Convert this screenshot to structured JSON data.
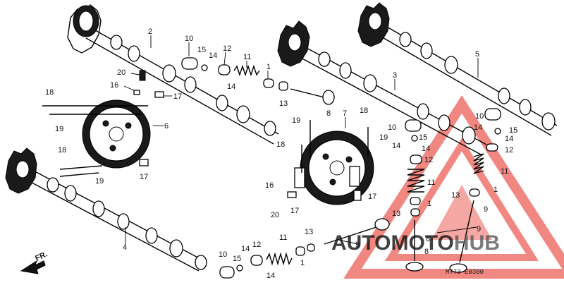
{
  "diagram": {
    "code": "MT73-E0300",
    "direction_label": "FR.",
    "callouts": [
      {
        "id": "c2",
        "text": "2"
      },
      {
        "id": "c10a",
        "text": "10"
      },
      {
        "id": "c15a",
        "text": "15"
      },
      {
        "id": "c14a",
        "text": "14"
      },
      {
        "id": "c12a",
        "text": "12"
      },
      {
        "id": "c11a",
        "text": "11"
      },
      {
        "id": "c1a",
        "text": "1"
      },
      {
        "id": "c20a",
        "text": "20"
      },
      {
        "id": "c16a",
        "text": "16"
      },
      {
        "id": "c17a",
        "text": "17"
      },
      {
        "id": "c14b",
        "text": "14"
      },
      {
        "id": "c13a",
        "text": "13"
      },
      {
        "id": "c8a",
        "text": "8"
      },
      {
        "id": "c18a",
        "text": "18"
      },
      {
        "id": "c19a",
        "text": "19"
      },
      {
        "id": "c6",
        "text": "6"
      },
      {
        "id": "c18b",
        "text": "18"
      },
      {
        "id": "c19b",
        "text": "19"
      },
      {
        "id": "c17b",
        "text": "17"
      },
      {
        "id": "c4",
        "text": "4"
      },
      {
        "id": "c3",
        "text": "3"
      },
      {
        "id": "c5",
        "text": "5"
      },
      {
        "id": "c7",
        "text": "7"
      },
      {
        "id": "c19c",
        "text": "19"
      },
      {
        "id": "c18c",
        "text": "18"
      },
      {
        "id": "c19d",
        "text": "19"
      },
      {
        "id": "c18d",
        "text": "18"
      },
      {
        "id": "c16b",
        "text": "16"
      },
      {
        "id": "c20b",
        "text": "20"
      },
      {
        "id": "c17c",
        "text": "17"
      },
      {
        "id": "c17d",
        "text": "17"
      },
      {
        "id": "c10b",
        "text": "10"
      },
      {
        "id": "c15b",
        "text": "15"
      },
      {
        "id": "c14c",
        "text": "14"
      },
      {
        "id": "c14d",
        "text": "14"
      },
      {
        "id": "c12b",
        "text": "12"
      },
      {
        "id": "c11b",
        "text": "11"
      },
      {
        "id": "c1b",
        "text": "1"
      },
      {
        "id": "c13b",
        "text": "13"
      },
      {
        "id": "c8b",
        "text": "8"
      },
      {
        "id": "c9a",
        "text": "9"
      },
      {
        "id": "c10c",
        "text": "10"
      },
      {
        "id": "c15c",
        "text": "15"
      },
      {
        "id": "c14e",
        "text": "14"
      },
      {
        "id": "c14f",
        "text": "14"
      },
      {
        "id": "c12c",
        "text": "12"
      },
      {
        "id": "c11c",
        "text": "11"
      },
      {
        "id": "c1c",
        "text": "1"
      },
      {
        "id": "c13c",
        "text": "13"
      },
      {
        "id": "c9b",
        "text": "9"
      },
      {
        "id": "c10d",
        "text": "10"
      },
      {
        "id": "c15d",
        "text": "15"
      },
      {
        "id": "c14g",
        "text": "14"
      },
      {
        "id": "c14h",
        "text": "14"
      },
      {
        "id": "c12d",
        "text": "12"
      },
      {
        "id": "c11d",
        "text": "11"
      },
      {
        "id": "c13d",
        "text": "13"
      },
      {
        "id": "c1d",
        "text": "1"
      },
      {
        "id": "c8c",
        "text": "8"
      },
      {
        "id": "c9c",
        "text": "9"
      }
    ]
  },
  "watermark": {
    "text_part1": "AUTOMOTO",
    "text_part2": "HUB",
    "color_red": "#e8433a",
    "color_dark": "#5a5a5a"
  }
}
